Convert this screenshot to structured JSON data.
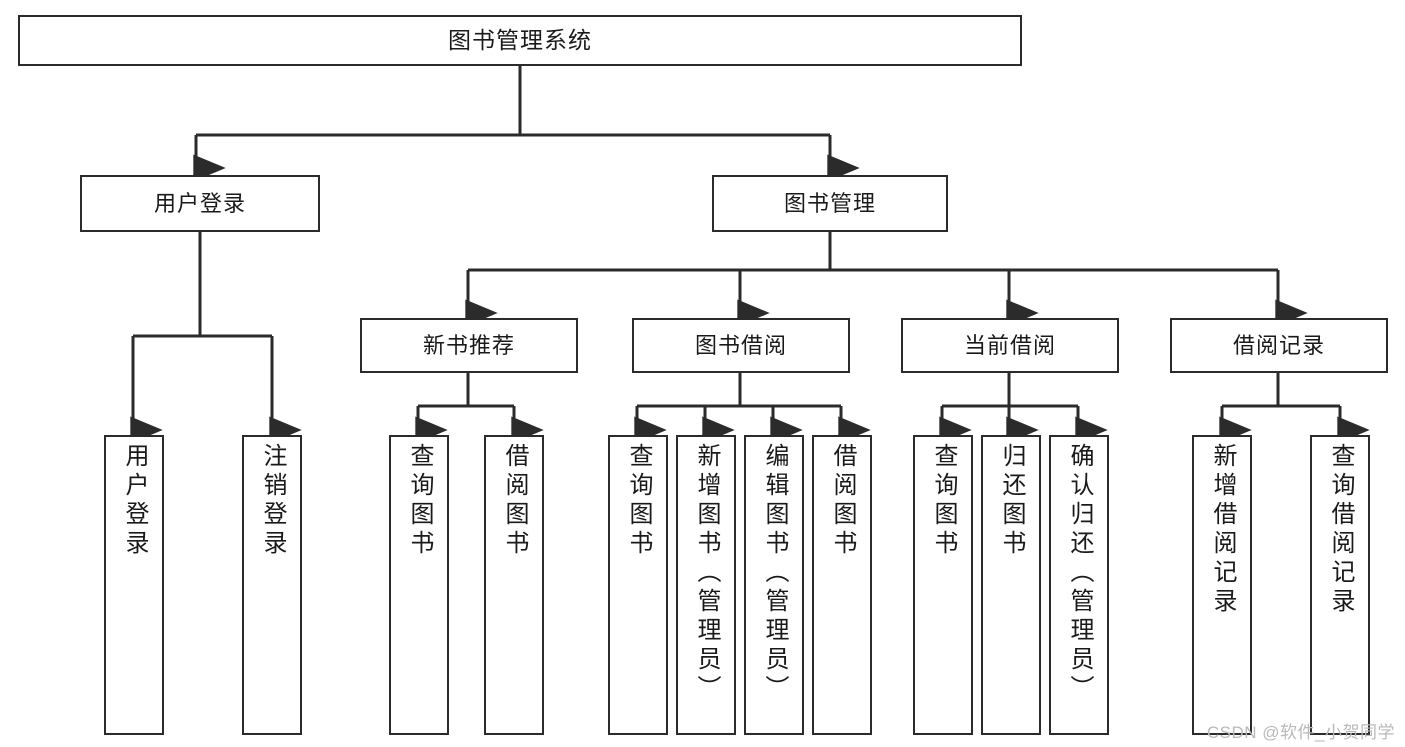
{
  "diagram": {
    "title": "图书管理系统",
    "type": "tree",
    "orientation": "top-down",
    "colors": {
      "background": "#ffffff",
      "box_border": "#2b2b2b",
      "box_fill": "#ffffff",
      "text": "#1a1a1a",
      "connector": "#2b2b2b",
      "watermark": "#b9b9b9"
    }
  },
  "watermark": {
    "text": "CSDN @软件_小贺同学"
  },
  "nodes": {
    "root": {
      "label": "图书管理系统",
      "level": 0
    },
    "level1": [
      {
        "id": "user-login",
        "label": "用户登录"
      },
      {
        "id": "book-manage",
        "label": "图书管理"
      }
    ],
    "level2": [
      {
        "id": "new-book-recommend",
        "label": "新书推荐",
        "parent": "book-manage"
      },
      {
        "id": "book-borrow",
        "label": "图书借阅",
        "parent": "book-manage"
      },
      {
        "id": "current-borrow",
        "label": "当前借阅",
        "parent": "book-manage"
      },
      {
        "id": "borrow-record",
        "label": "借阅记录",
        "parent": "book-manage"
      }
    ],
    "leaves": [
      {
        "id": "leaf-user-login",
        "label": "用户登录",
        "parent": "user-login"
      },
      {
        "id": "leaf-user-logout",
        "label": "注销登录",
        "parent": "user-login"
      },
      {
        "id": "leaf-query-book-1",
        "label": "查询图书",
        "parent": "new-book-recommend"
      },
      {
        "id": "leaf-borrow-book-1",
        "label": "借阅图书",
        "parent": "new-book-recommend"
      },
      {
        "id": "leaf-query-book-2",
        "label": "查询图书",
        "parent": "book-borrow"
      },
      {
        "id": "leaf-add-book",
        "label": "新增图书（管理员）",
        "parent": "book-borrow"
      },
      {
        "id": "leaf-edit-book",
        "label": "编辑图书（管理员）",
        "parent": "book-borrow"
      },
      {
        "id": "leaf-borrow-book-2",
        "label": "借阅图书",
        "parent": "book-borrow"
      },
      {
        "id": "leaf-query-book-3",
        "label": "查询图书",
        "parent": "current-borrow"
      },
      {
        "id": "leaf-return-book",
        "label": "归还图书",
        "parent": "current-borrow"
      },
      {
        "id": "leaf-confirm-return",
        "label": "确认归还（管理员）",
        "parent": "current-borrow"
      },
      {
        "id": "leaf-add-record",
        "label": "新增借阅记录",
        "parent": "borrow-record"
      },
      {
        "id": "leaf-query-record",
        "label": "查询借阅记录",
        "parent": "borrow-record"
      }
    ]
  }
}
